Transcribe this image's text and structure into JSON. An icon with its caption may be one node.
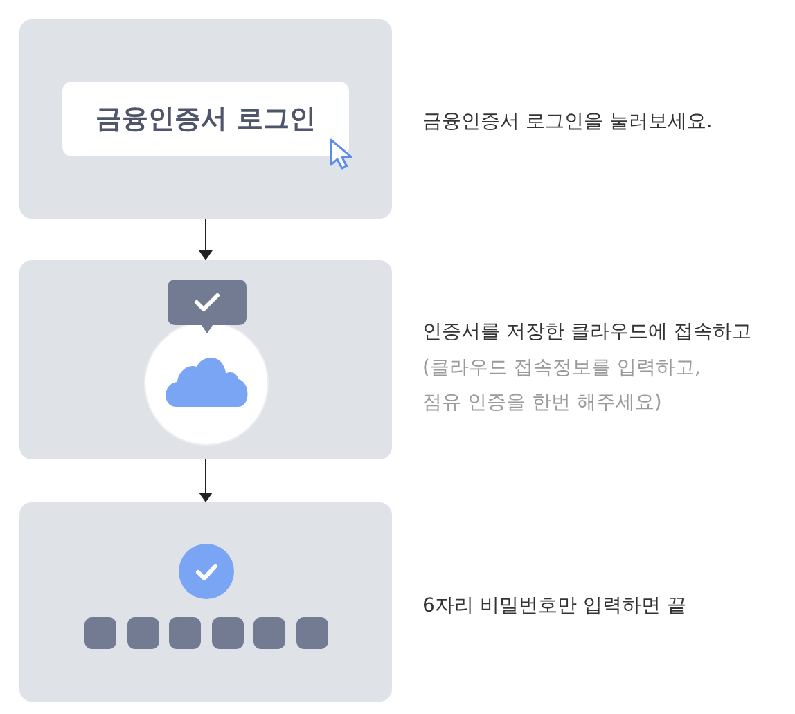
{
  "diagram": {
    "nodes": [
      {
        "text": [],
        "shape": "box",
        "beside": [
          "금융인증서 로그인을 눌러보세요."
        ]
      },
      {
        "text": [
          "금융인증서 로그인"
        ],
        "in": 0
      },
      {
        "text": [],
        "shape": "box",
        "beside": [
          "인증서를 저장한 클라우드에 접속하고",
          "(클라우드 접속정보를 입력하고, 점유 인증을 한번 해주세요)"
        ]
      },
      {
        "text": [],
        "shape": "box",
        "beside": [
          "6자리 비밀번호만 입력하면 끝"
        ]
      }
    ],
    "edges": [
      {
        "from": 0,
        "to": 2,
        "arrow": "to"
      },
      {
        "from": 2,
        "to": 3,
        "arrow": "to"
      }
    ]
  }
}
